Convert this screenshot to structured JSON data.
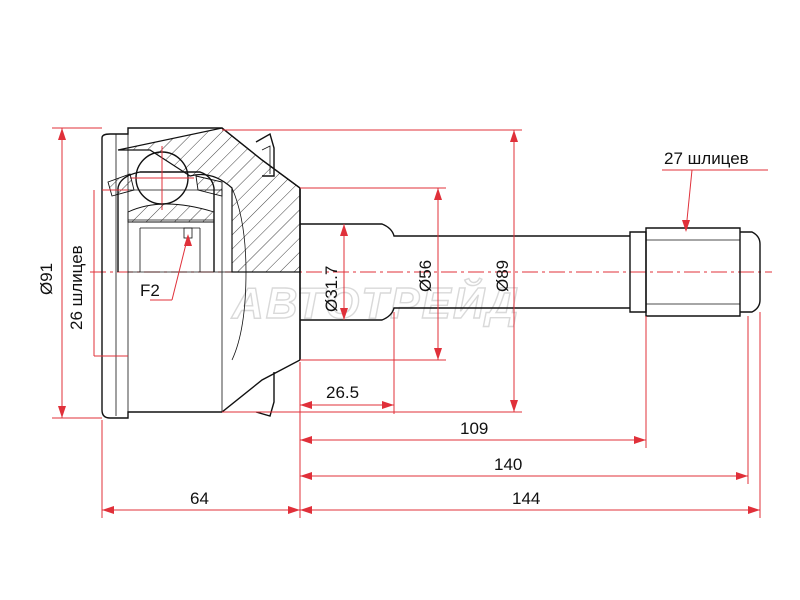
{
  "watermark": "АВТОТРЕЙД",
  "labels": {
    "f2": "F2",
    "splines_outer": "27 шлицев",
    "splines_inner": "26 шлицев"
  },
  "dimensions": {
    "d91": "Ø91",
    "d31_7": "Ø31.7",
    "d56": "Ø56",
    "d89": "Ø89",
    "l26_5": "26.5",
    "l109": "109",
    "l140": "140",
    "l64": "64",
    "l144": "144"
  },
  "colors": {
    "outline": "#111111",
    "dimension": "#e0303a",
    "watermark": "#d9d9d9"
  }
}
